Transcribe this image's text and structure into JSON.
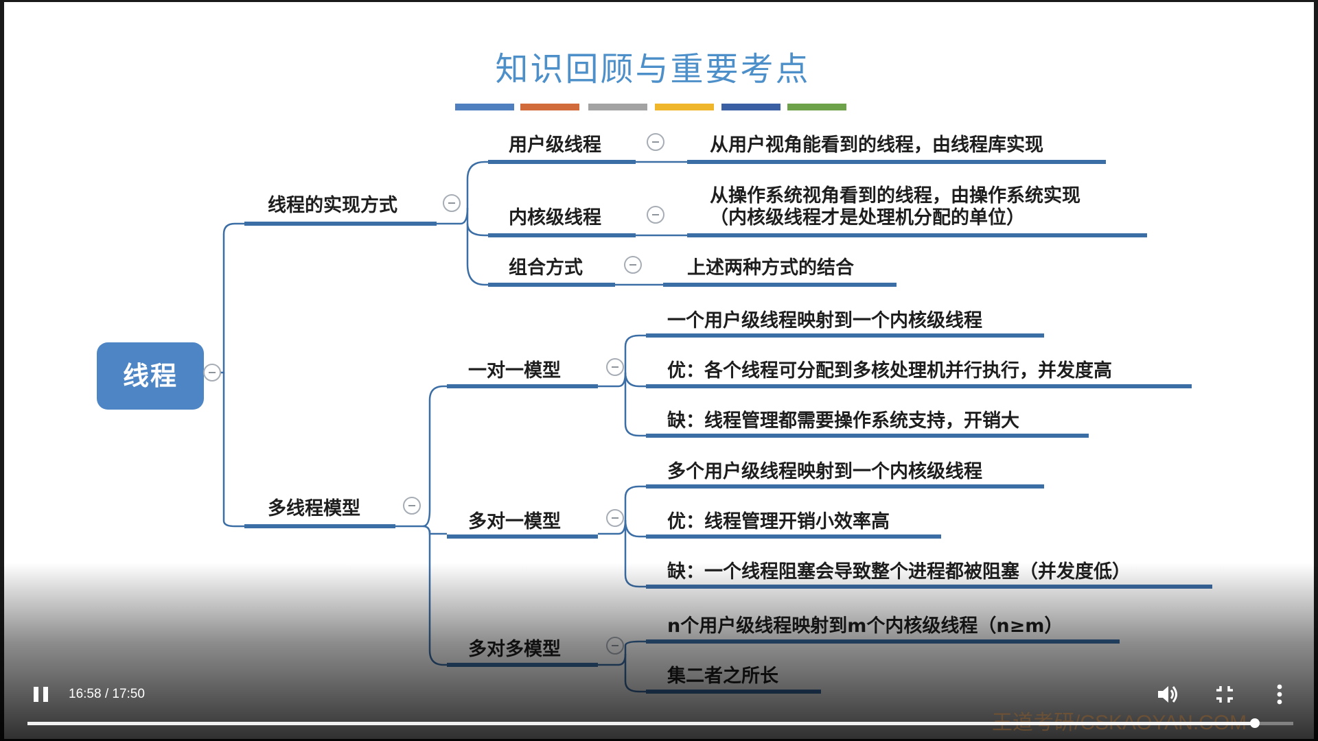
{
  "slide": {
    "title": "知识回顾与重要考点",
    "title_bar_colors": [
      "#4f7fbf",
      "#d26b3b",
      "#a3a3a3",
      "#f0b62b",
      "#3b5fa3",
      "#6ea24a"
    ],
    "root": "线程",
    "implementation": {
      "label": "线程的实现方式",
      "user_thread": {
        "label": "用户级线程",
        "desc": "从用户视角能看到的线程，由线程库实现"
      },
      "kernel_thread": {
        "label": "内核级线程",
        "desc_line1": "从操作系统视角看到的线程，由操作系统实现",
        "desc_line2": "（内核级线程才是处理机分配的单位）"
      },
      "combined": {
        "label": "组合方式",
        "desc": "上述两种方式的结合"
      }
    },
    "models": {
      "label": "多线程模型",
      "one_to_one": {
        "label": "一对一模型",
        "items": [
          "一个用户级线程映射到一个内核级线程",
          "优：各个线程可分配到多核处理机并行执行，并发度高",
          "缺：线程管理都需要操作系统支持，开销大"
        ]
      },
      "many_to_one": {
        "label": "多对一模型",
        "items": [
          "多个用户级线程映射到一个内核级线程",
          "优：线程管理开销小效率高",
          "缺：一个线程阻塞会导致整个进程都被阻塞（并发度低）"
        ]
      },
      "many_to_many": {
        "label": "多对多模型",
        "items": [
          "n个用户级线程映射到m个内核级线程（n≥m）",
          "集二者之所长"
        ]
      }
    },
    "watermark": "王道考研/CSKAOYAN.COM"
  },
  "player": {
    "time": "16:58 / 17:50",
    "progress_fraction": 0.9695,
    "icons": {
      "play_pause": "pause-icon",
      "volume": "volume-icon",
      "fullscreen": "exit-fullscreen-icon",
      "more": "more-vert-icon"
    }
  }
}
